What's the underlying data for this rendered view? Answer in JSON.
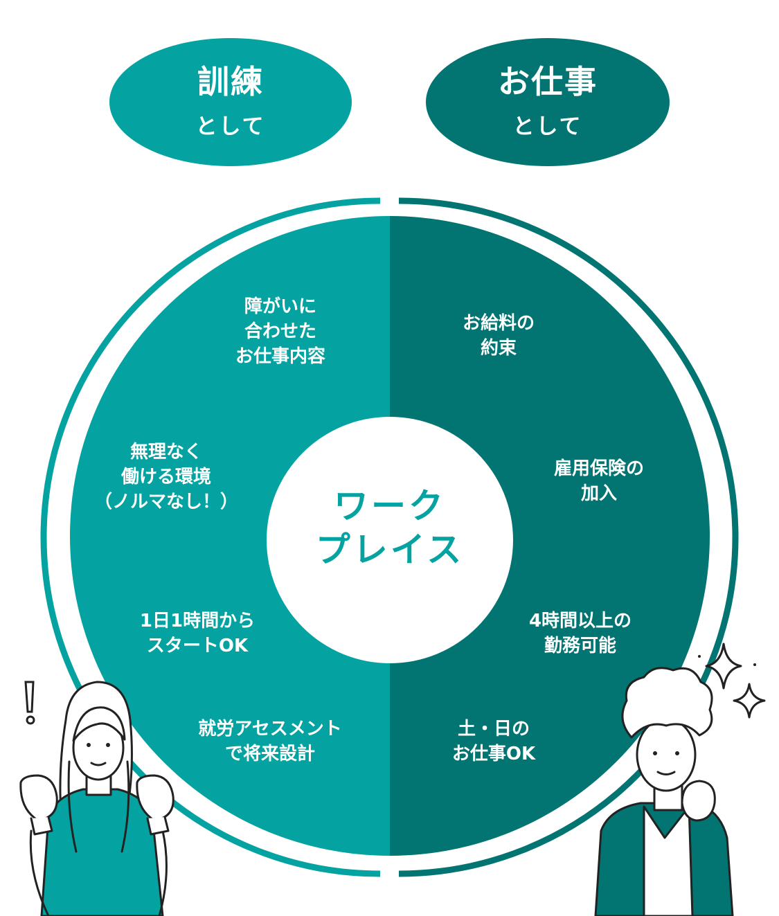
{
  "colors": {
    "light_teal": "#04A3A1",
    "dark_teal": "#027472",
    "line": "#222222",
    "white": "#ffffff"
  },
  "training": {
    "title": "訓練",
    "sub": "として"
  },
  "job": {
    "title": "お仕事",
    "sub": "として"
  },
  "center": {
    "line1": "ワーク",
    "line2": "プレイス"
  },
  "left_items": [
    {
      "lines": [
        "障がいに",
        "合わせた",
        "お仕事内容"
      ]
    },
    {
      "lines": [
        "無理なく",
        "働ける環境"
      ],
      "note": "（ノルマなし！）"
    },
    {
      "lines": [
        "1日1時間から",
        "スタートOK"
      ]
    },
    {
      "lines": [
        "就労アセスメント",
        "で将来設計"
      ]
    }
  ],
  "right_items": [
    {
      "lines": [
        "お給料の",
        "約束"
      ]
    },
    {
      "lines": [
        "雇用保険の",
        "加入"
      ]
    },
    {
      "lines": [
        "4時間以上の",
        "勤務可能"
      ]
    },
    {
      "lines": [
        "土・日の",
        "お仕事OK"
      ]
    }
  ],
  "icons": [
    "exclamation-icon",
    "sparkle-icon",
    "woman-illustration",
    "man-illustration"
  ]
}
